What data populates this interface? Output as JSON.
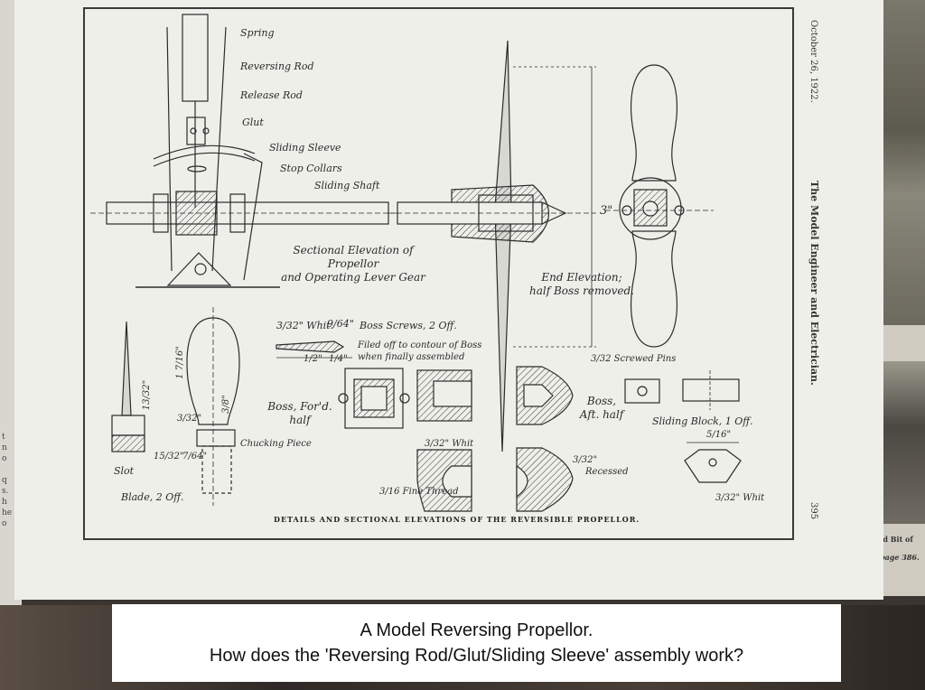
{
  "figure": {
    "caption": "DETAILS AND SECTIONAL ELEVATIONS OF THE REVERSIBLE PROPELLOR.",
    "labels": {
      "spring": "Spring",
      "reversing_rod": "Reversing Rod",
      "release_rod": "Release Rod",
      "glut": "Glut",
      "sliding_sleeve": "Sliding Sleeve",
      "stop_collars": "Stop Collars",
      "sliding_shaft": "Sliding Shaft",
      "sectional_elevation": "Sectional Elevation of Propellor",
      "operating_lever": "and Operating Lever Gear",
      "end_elevation": "End Elevation;",
      "half_boss": "half Boss removed.",
      "dim_3in": "3\"",
      "boss_screws": "Boss Screws, 2 Off.",
      "whit_dim": "3/32\" Whit.",
      "dim_9_64": "9/64\"",
      "filed_off": "Filed off to contour of Boss",
      "when_assembled": "when finally assembled",
      "dim_half": "1/2\"",
      "dim_quarter": "1/4\"",
      "boss_ford": "Boss, For'd.",
      "half1": "half",
      "boss_aft": "Boss,",
      "aft_half": "Aft. half",
      "screwed_pins": "3/32 Screwed Pins",
      "sliding_block": "Sliding Block, 1 Off.",
      "dim_5_16": "5/16\"",
      "whit2": "3/32\" Whit",
      "fine_thread": "3/16 Fine Thread",
      "recessed": "Recessed",
      "dim_3_32b": "3/32\"",
      "slot": "Slot",
      "blade": "Blade, 2 Off.",
      "chucking": "Chucking Piece",
      "dim_1_7_16": "1 7/16\"",
      "dim_13_32": "13/32\"",
      "dim_3_32a": "3/32\"",
      "dim_3_8": "3/8\"",
      "dim_15_32": "15/32\"",
      "dim_7_64": "7/64\""
    }
  },
  "page": {
    "date": "October 26, 1922.",
    "journal": "The Model Engineer and Electrician.",
    "page_number": "395"
  },
  "right_fragments": {
    "line1": "ard Bit of",
    "line2": "page 386."
  },
  "question": {
    "line1": "A Model Reversing Propellor.",
    "line2": "How does the 'Reversing Rod/Glut/Sliding Sleeve' assembly work?"
  }
}
